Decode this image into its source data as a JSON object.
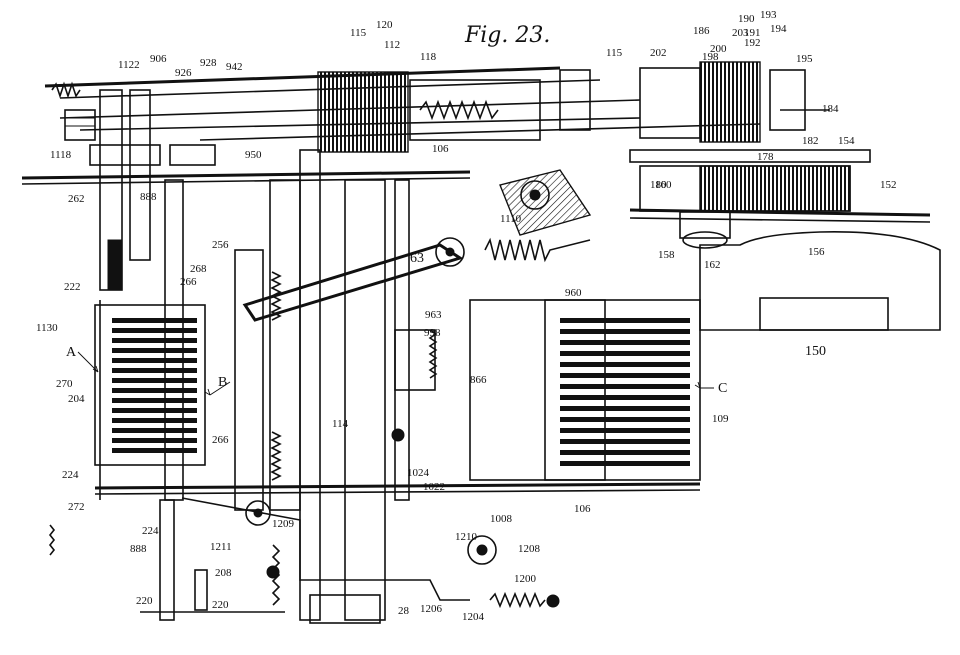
{
  "figure": {
    "title": "Fig. 23.",
    "ref_labels": [
      "1122",
      "906",
      "926",
      "928",
      "942",
      "115",
      "120",
      "112",
      "118",
      "115",
      "202",
      "186",
      "198",
      "203",
      "200",
      "190",
      "191",
      "192",
      "193",
      "194",
      "195",
      "184",
      "182",
      "154",
      "178",
      "152",
      "160",
      "180",
      "1118",
      "262",
      "950",
      "888",
      "106",
      "1110",
      "156",
      "158",
      "162",
      "256",
      "266",
      "268",
      "63",
      "960",
      "222",
      "1130",
      "963",
      "998",
      "150",
      "A",
      "270",
      "204",
      "B",
      "866",
      "C",
      "114",
      "109",
      "266",
      "224",
      "272",
      "1024",
      "1022",
      "1008",
      "106",
      "224",
      "888",
      "1209",
      "1211",
      "1210",
      "1208",
      "208",
      "220",
      "220",
      "28",
      "1206",
      "1200",
      "1204"
    ],
    "colors": {
      "ink": "#111111",
      "paper": "#ffffff"
    }
  }
}
